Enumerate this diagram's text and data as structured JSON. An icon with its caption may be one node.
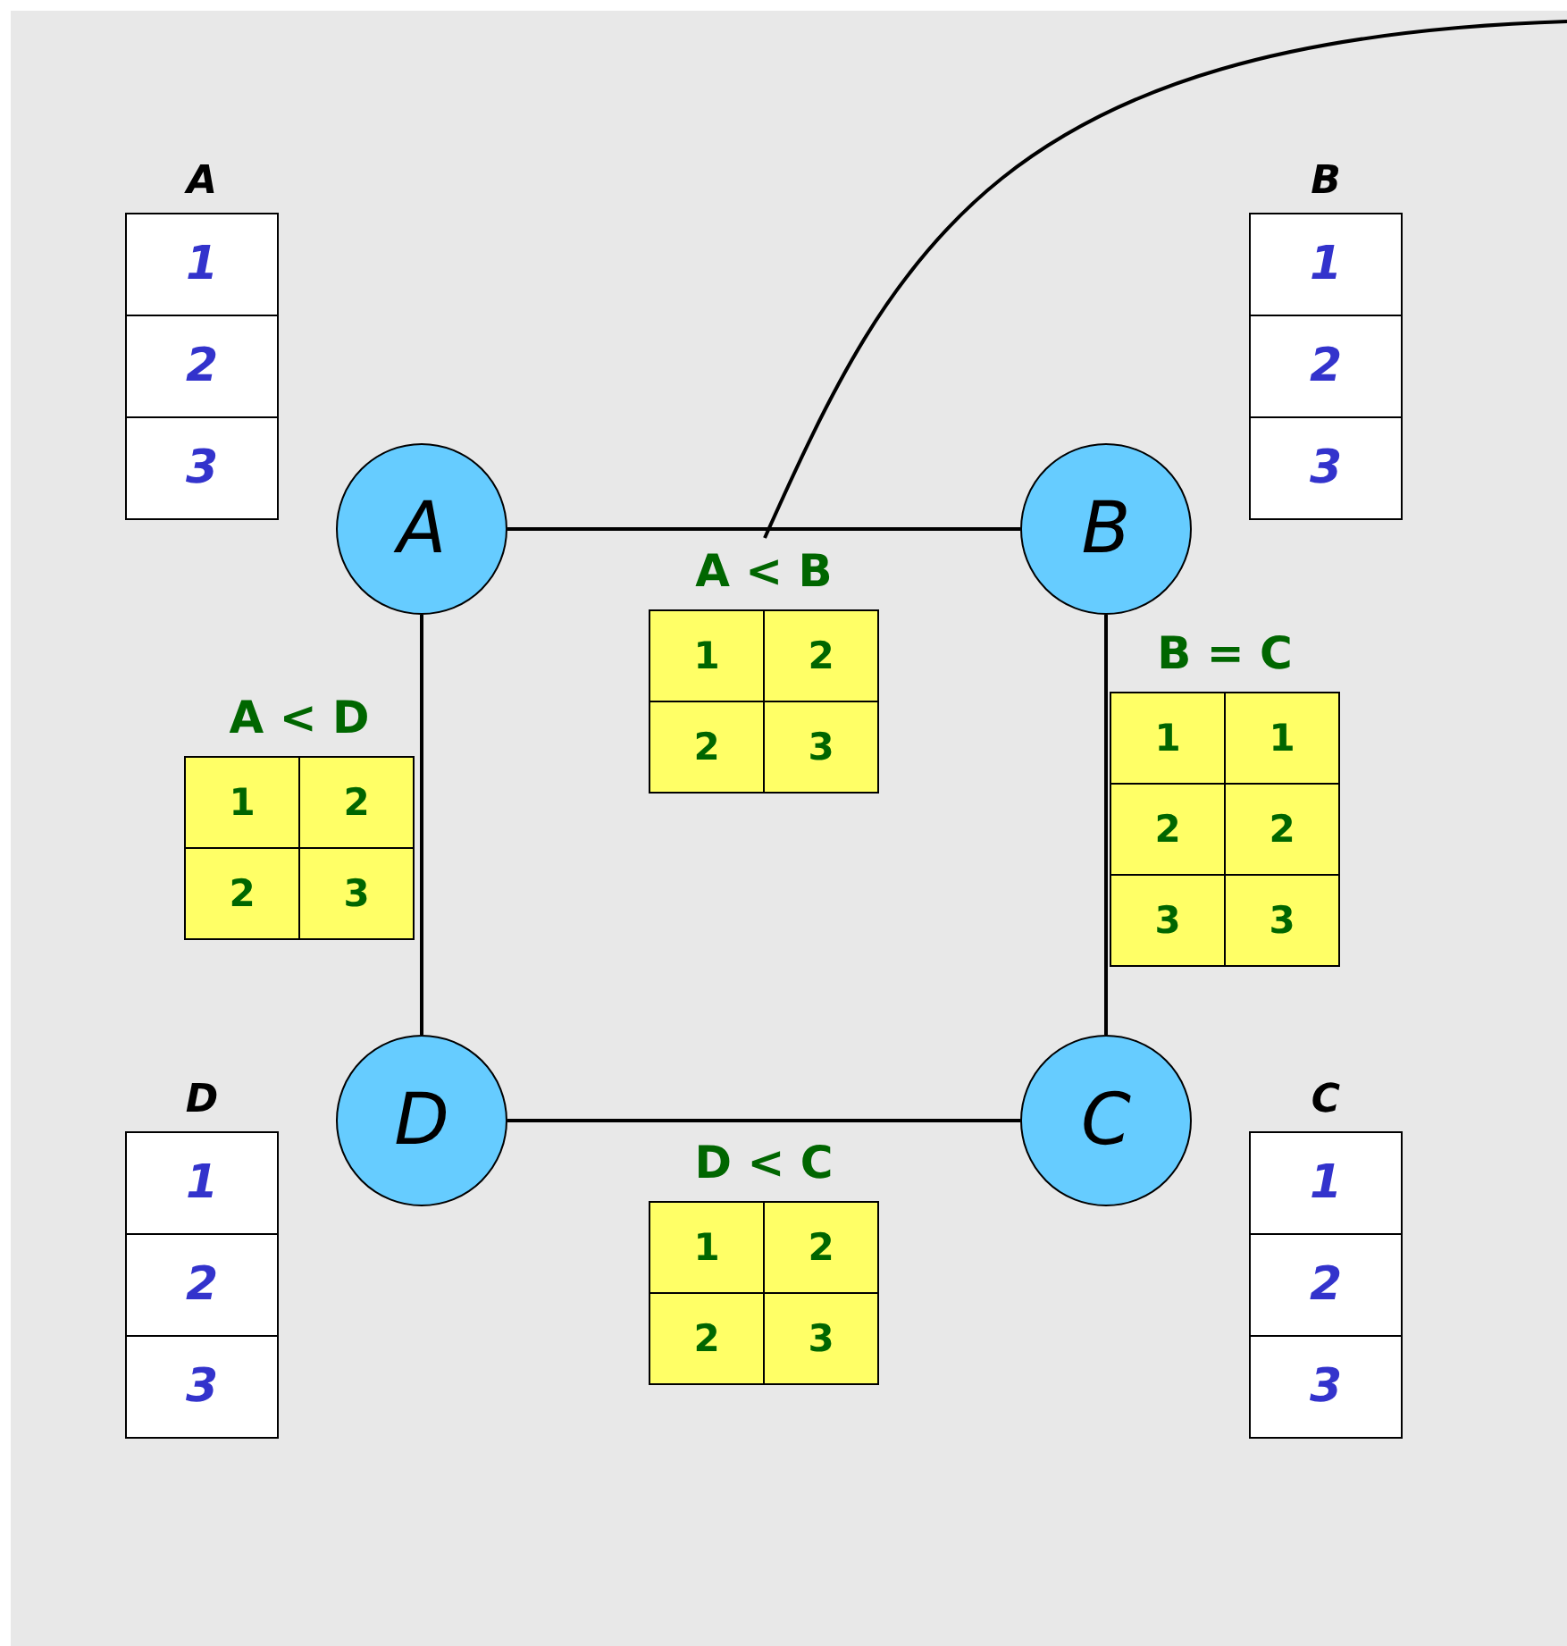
{
  "diagram": {
    "nodes": [
      {
        "text": [
          "A",
          "1",
          "2",
          "3"
        ]
      },
      {
        "text": [
          "B",
          "1",
          "2",
          "3"
        ]
      },
      {
        "text": [
          "A"
        ]
      },
      {
        "text": [
          "A < B",
          "1",
          "2",
          "2",
          "3"
        ]
      },
      {
        "text": [
          "B"
        ]
      },
      {
        "text": [
          "B = C",
          "1",
          "1",
          "2",
          "2",
          "3",
          "3"
        ]
      },
      {
        "text": [
          "A < D",
          "1",
          "2",
          "2",
          "3"
        ]
      },
      {
        "text": [
          "D",
          "1",
          "2",
          "3"
        ]
      },
      {
        "text": [
          "D"
        ]
      },
      {
        "text": [
          "D < C",
          "1",
          "2",
          "2",
          "3"
        ]
      },
      {
        "text": [
          "C"
        ]
      },
      {
        "text": [
          "C",
          "1",
          "2",
          "3"
        ]
      }
    ],
    "edges": [
      {
        "from": 2,
        "to": 4,
        "arrow": "none"
      },
      {
        "from": 4,
        "to": 10,
        "arrow": "none"
      },
      {
        "from": 8,
        "to": 10,
        "arrow": "none"
      },
      {
        "from": 2,
        "to": 8,
        "arrow": "none"
      },
      {
        "from": null,
        "to": 3,
        "arrow": "none"
      }
    ]
  }
}
